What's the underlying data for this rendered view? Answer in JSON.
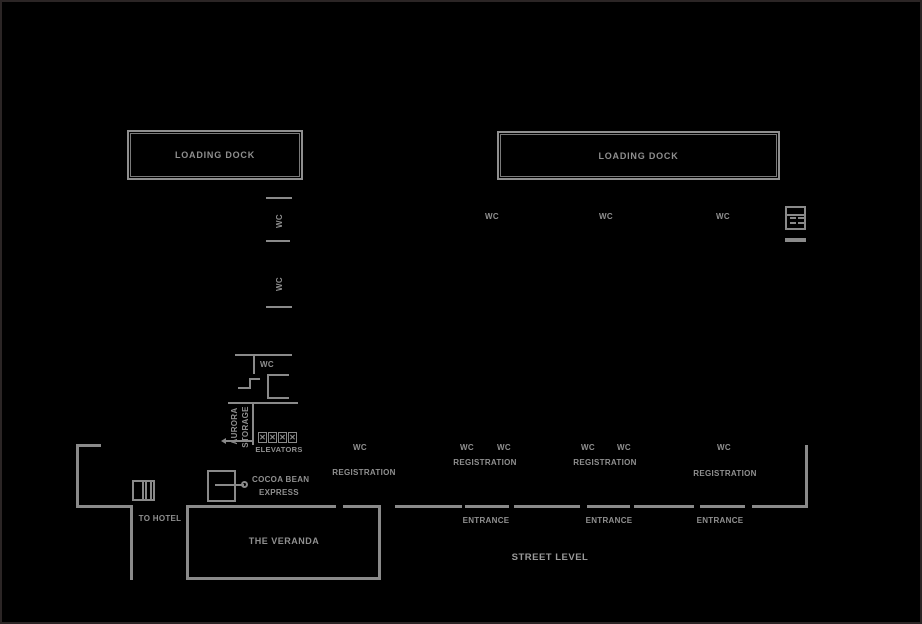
{
  "plan": {
    "loading_dock_left": "LOADING DOCK",
    "loading_dock_right": "LOADING DOCK",
    "wc_strip": [
      "WC",
      "WC"
    ],
    "wc_top": [
      "WC",
      "WC",
      "WC"
    ],
    "wc_room": "WC",
    "storage": [
      "AURORA",
      "STORAGE"
    ],
    "elevators_label": "ELEVATORS",
    "elevator_glyph": "✕",
    "registration": [
      {
        "wc": [
          "WC"
        ],
        "label": "REGISTRATION"
      },
      {
        "wc": [
          "WC",
          "WC"
        ],
        "label": "REGISTRATION"
      },
      {
        "wc": [
          "WC",
          "WC"
        ],
        "label": "REGISTRATION"
      },
      {
        "wc": [
          "WC"
        ],
        "label": "REGISTRATION"
      }
    ],
    "entrances": [
      "ENTRANCE",
      "ENTRANCE",
      "ENTRANCE"
    ],
    "to_hotel": "TO HOTEL",
    "veranda": "THE VERANDA",
    "cocoa": [
      "COCOA BEAN",
      "EXPRESS"
    ],
    "level_label": "STREET LEVEL"
  },
  "colors": {
    "background": "#000000",
    "line": "#8a8a8a",
    "text": "#909090"
  }
}
